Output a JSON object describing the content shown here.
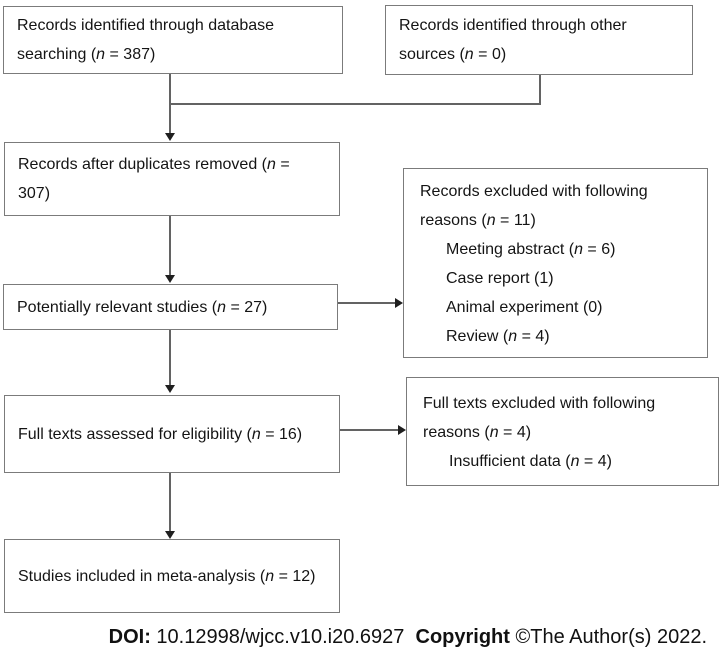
{
  "diagram": {
    "boxes": {
      "db_search": {
        "parts": [
          "Records identified through database searching (",
          "n",
          " = 387)"
        ]
      },
      "other_sources": {
        "parts": [
          "Records identified through other sources (",
          "n",
          " = 0)"
        ]
      },
      "after_duplicates": {
        "parts": [
          "Records after duplicates removed (",
          "n",
          " = 307)"
        ]
      },
      "relevant_studies": {
        "parts": [
          "Potentially relevant studies (",
          "n",
          " = 27)"
        ]
      },
      "full_texts": {
        "parts": [
          "Full texts assessed for eligibility (",
          "n",
          " = 16)"
        ]
      },
      "included": {
        "parts": [
          "Studies included in meta-analysis (",
          "n",
          " = 12)"
        ]
      },
      "records_excluded": {
        "header": [
          "Records excluded with following reasons (",
          "n",
          " = 11)"
        ],
        "items": [
          [
            "Meeting abstract (",
            "n",
            " = 6)"
          ],
          [
            "Case report (1)",
            "",
            ""
          ],
          [
            "Animal experiment (0)",
            "",
            ""
          ],
          [
            "Review (",
            "n",
            " = 4)"
          ]
        ]
      },
      "full_texts_excluded": {
        "header": [
          "Full texts excluded with following reasons (",
          "n",
          " = 4)"
        ],
        "items": [
          [
            "Insufficient data (",
            "n",
            " = 4)"
          ]
        ]
      }
    },
    "footer": {
      "doi_label": "DOI:",
      "doi_value": " 10.12998/wjcc.v10.i20.6927  ",
      "copyright_label": "Copyright",
      "copyright_value": " ©The Author(s) 2022."
    },
    "colors": {
      "box_border": "#7b7b7b",
      "connector_line": "#636363",
      "arrowhead": "#1f1f1f",
      "text": "#141414",
      "background": "#ffffff"
    }
  }
}
